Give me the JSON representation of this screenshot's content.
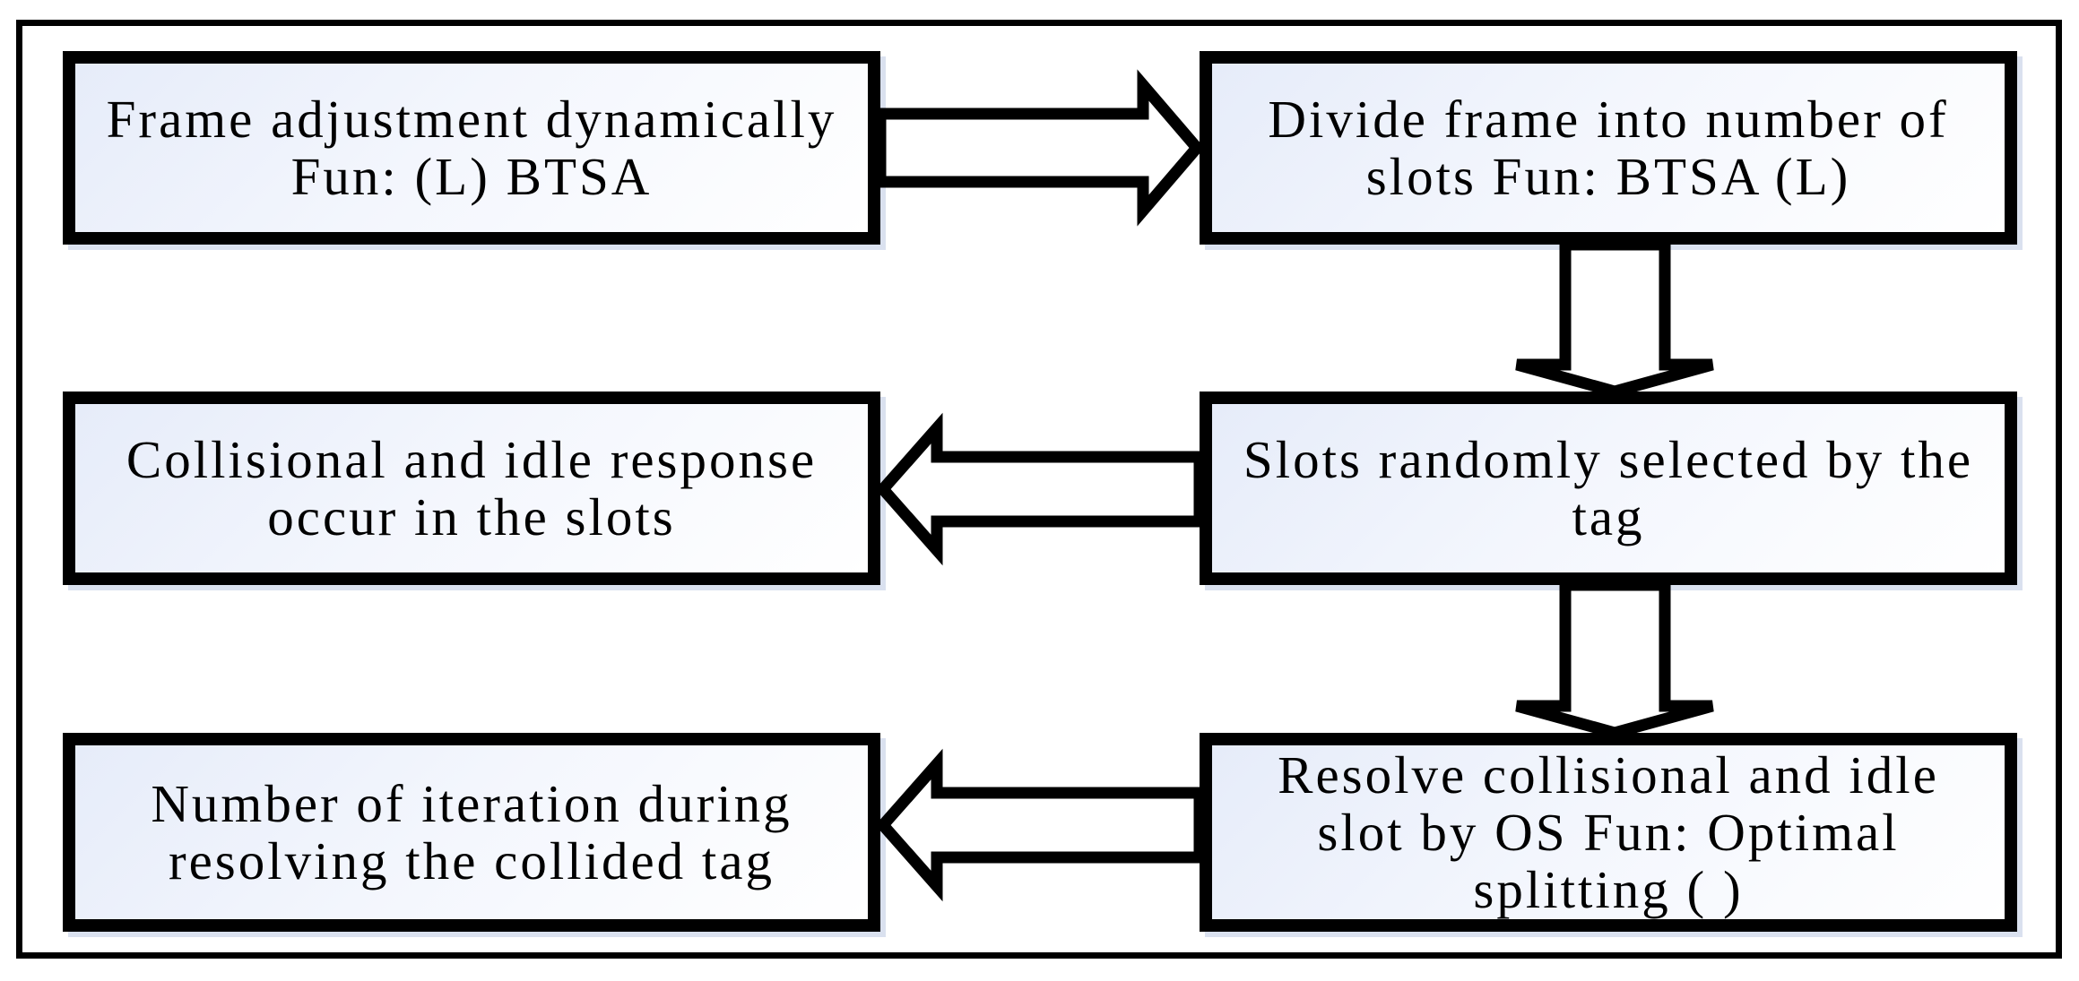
{
  "diagram": {
    "boxes": [
      {
        "id": "frame-adjustment",
        "text": "Frame adjustment dynamically Fun: (L) BTSA"
      },
      {
        "id": "divide-frame",
        "text": "Divide frame into number of slots Fun: BTSA (L)"
      },
      {
        "id": "collisional-idle-response",
        "text": "Collisional and idle response occur in the slots"
      },
      {
        "id": "slots-randomly-selected",
        "text": "Slots randomly selected by the tag"
      },
      {
        "id": "number-of-iteration",
        "text": "Number of iteration during resolving the collided tag"
      },
      {
        "id": "resolve-collisional-idle",
        "text": "Resolve collisional and idle slot by OS Fun: Optimal splitting ( )"
      }
    ],
    "edges": [
      {
        "from": "frame-adjustment",
        "to": "divide-frame"
      },
      {
        "from": "divide-frame",
        "to": "slots-randomly-selected"
      },
      {
        "from": "slots-randomly-selected",
        "to": "collisional-idle-response"
      },
      {
        "from": "slots-randomly-selected",
        "to": "resolve-collisional-idle"
      },
      {
        "from": "resolve-collisional-idle",
        "to": "number-of-iteration"
      }
    ]
  }
}
